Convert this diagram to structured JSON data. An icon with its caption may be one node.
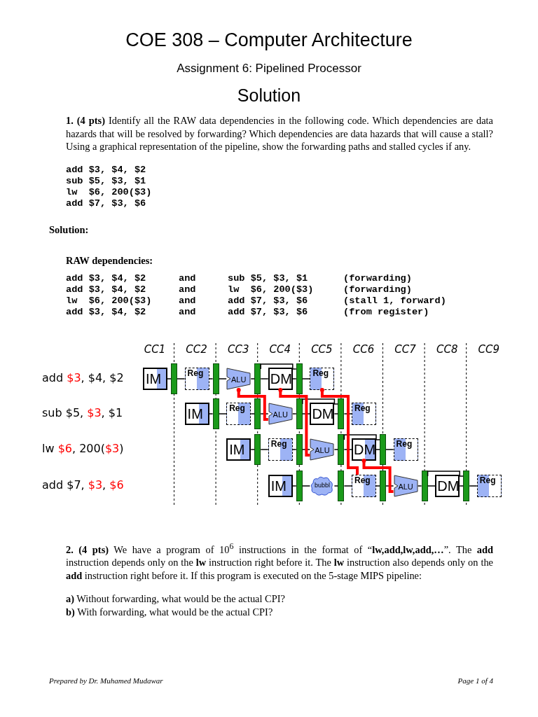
{
  "diagram": {
    "title": "COE 308 – Computer Architecture",
    "nodes": [
      {
        "text": [
          "IM"
        ]
      },
      {
        "text": [],
        "shape": "bar"
      },
      {
        "text": [
          "Reg"
        ]
      },
      {
        "text": [],
        "shape": "bar"
      },
      {
        "text": [
          "ALU"
        ]
      },
      {
        "text": [],
        "shape": "bar"
      },
      {
        "text": [
          "DM"
        ]
      },
      {
        "text": [],
        "shape": "bar"
      },
      {
        "text": [
          "Reg"
        ]
      },
      {
        "text": [
          "IM"
        ]
      },
      {
        "text": [],
        "shape": "bar"
      },
      {
        "text": [
          "Reg"
        ]
      },
      {
        "text": [],
        "shape": "bar"
      },
      {
        "text": [
          "ALU"
        ]
      },
      {
        "text": [],
        "shape": "bar"
      },
      {
        "text": [
          "DM"
        ]
      },
      {
        "text": [],
        "shape": "bar"
      },
      {
        "text": [
          "Reg"
        ]
      },
      {
        "text": [
          "IM"
        ]
      },
      {
        "text": [],
        "shape": "bar"
      },
      {
        "text": [
          "Reg"
        ]
      },
      {
        "text": [],
        "shape": "bar"
      },
      {
        "text": [
          "ALU"
        ]
      },
      {
        "text": [],
        "shape": "bar"
      },
      {
        "text": [
          "DM"
        ]
      },
      {
        "text": [],
        "shape": "bar"
      },
      {
        "text": [
          "Reg"
        ]
      },
      {
        "text": [
          "IM"
        ]
      },
      {
        "text": [],
        "shape": "bar"
      },
      {
        "text": [
          "bubbl"
        ]
      },
      {
        "text": [],
        "shape": "bar"
      },
      {
        "text": [
          "Reg"
        ]
      },
      {
        "text": [],
        "shape": "bar"
      },
      {
        "text": [
          "ALU"
        ]
      },
      {
        "text": [],
        "shape": "bar"
      },
      {
        "text": [
          "DM"
        ]
      },
      {
        "text": [],
        "shape": "bar"
      },
      {
        "text": [
          "Reg"
        ]
      }
    ],
    "edges": [
      {
        "from": 0,
        "to": 1,
        "arrow": "none"
      },
      {
        "from": 1,
        "to": 2,
        "arrow": "none"
      },
      {
        "from": 2,
        "to": 3,
        "arrow": "none"
      },
      {
        "from": 3,
        "to": 4,
        "arrow": "none"
      },
      {
        "from": 4,
        "to": 5,
        "arrow": "none"
      },
      {
        "from": 5,
        "to": 6,
        "arrow": "none"
      },
      {
        "from": 6,
        "to": 7,
        "arrow": "none"
      },
      {
        "from": 7,
        "to": 8,
        "arrow": "none"
      },
      {
        "from": 5,
        "to": 7,
        "arrow": "none"
      },
      {
        "from": 9,
        "to": 10,
        "arrow": "none"
      },
      {
        "from": 10,
        "to": 11,
        "arrow": "none"
      },
      {
        "from": 11,
        "to": 12,
        "arrow": "none"
      },
      {
        "from": 12,
        "to": 13,
        "arrow": "none"
      },
      {
        "from": 13,
        "to": 14,
        "arrow": "none"
      },
      {
        "from": 14,
        "to": 15,
        "arrow": "none"
      },
      {
        "from": 15,
        "to": 16,
        "arrow": "none"
      },
      {
        "from": 16,
        "to": 17,
        "arrow": "none"
      },
      {
        "from": 14,
        "to": 16,
        "arrow": "none"
      },
      {
        "from": 18,
        "to": 19,
        "arrow": "none"
      },
      {
        "from": 19,
        "to": 20,
        "arrow": "none"
      },
      {
        "from": 20,
        "to": 21,
        "arrow": "none"
      },
      {
        "from": 21,
        "to": 22,
        "arrow": "none"
      },
      {
        "from": 22,
        "to": 23,
        "arrow": "none"
      },
      {
        "from": 23,
        "to": 24,
        "arrow": "none"
      },
      {
        "from": 24,
        "to": 25,
        "arrow": "none"
      },
      {
        "from": 25,
        "to": 26,
        "arrow": "none"
      },
      {
        "from": 23,
        "to": 25,
        "arrow": "none"
      },
      {
        "from": 27,
        "to": 28,
        "arrow": "none"
      },
      {
        "from": 28,
        "to": 29,
        "arrow": "none"
      },
      {
        "from": 29,
        "to": 30,
        "arrow": "none"
      },
      {
        "from": 30,
        "to": 31,
        "arrow": "none"
      },
      {
        "from": 31,
        "to": 32,
        "arrow": "none"
      },
      {
        "from": 32,
        "to": 33,
        "arrow": "none"
      },
      {
        "from": 33,
        "to": 34,
        "arrow": "none"
      },
      {
        "from": 34,
        "to": 35,
        "arrow": "none"
      },
      {
        "from": 35,
        "to": 36,
        "arrow": "none"
      },
      {
        "from": 36,
        "to": 37,
        "arrow": "none"
      },
      {
        "from": 34,
        "to": 36,
        "arrow": "none"
      },
      {
        "from": 4,
        "to": 13,
        "arrow": "other",
        "style": "thick",
        "color": "#ff0000"
      },
      {
        "from": 6,
        "to": 22,
        "arrow": "other",
        "style": "thick",
        "color": "#ff0000"
      },
      {
        "from": 8,
        "to": 31,
        "arrow": "other",
        "style": "thick",
        "color": "#ff0000"
      },
      {
        "from": 24,
        "to": 33,
        "arrow": "other",
        "style": "thick",
        "color": "#ff0000"
      }
    ],
    "labels": [
      "Assignment 6: Pipelined Processor",
      "Solution",
      "**1.** **(4 pts)** Identify all the RAW data dependencies in the following code. Which dependencies are data hazards that will be resolved by forwarding? Which dependencies are data hazards that will cause a stall? Using a graphical representation of the pipeline, show the forwarding paths and stalled cycles if any.",
      "add $3, $4, $2",
      "sub $5, $3, $1",
      "lw  $6, 200($3)",
      "add $7, $3, $6",
      "Solution:",
      "RAW dependencies:",
      "add $3, $4, $2",
      "and",
      "sub $5, $3, $1",
      "(forwarding)",
      "add $3, $4, $2",
      "and",
      "lw  $6, 200($3)",
      "(forwarding)",
      "lw  $6, 200($3)",
      "and",
      "add $7, $3, $6",
      "(stall 1, forward)",
      "add $3, $4, $2",
      "and",
      "add $7, $3, $6",
      "(from register)",
      "CC1",
      "CC2",
      "CC3",
      "CC4",
      "CC5",
      "CC6",
      "CC7",
      "CC8",
      "CC9",
      "add $3, $4, $2",
      "sub $5, $3, $1",
      "lw $6, 200($3)",
      "add $7, $3, $6",
      "**2.** **(4 pts)** We have a program of 10$^{6}$ instructions in the format of “**lw,add,lw,add,…**”. The **add** instruction depends only on the **lw** instruction right before it. The **lw** instruction also depends only on the **add** instruction right before it. If this program is executed on the 5-stage MIPS pipeline:",
      "**a)** Without forwarding, what would be the actual CPI?",
      "**b)** With forwarding, what would be the actual CPI?",
      "Prepared by Dr. Muhamed Mudawar",
      "Page 1 of 4"
    ]
  }
}
